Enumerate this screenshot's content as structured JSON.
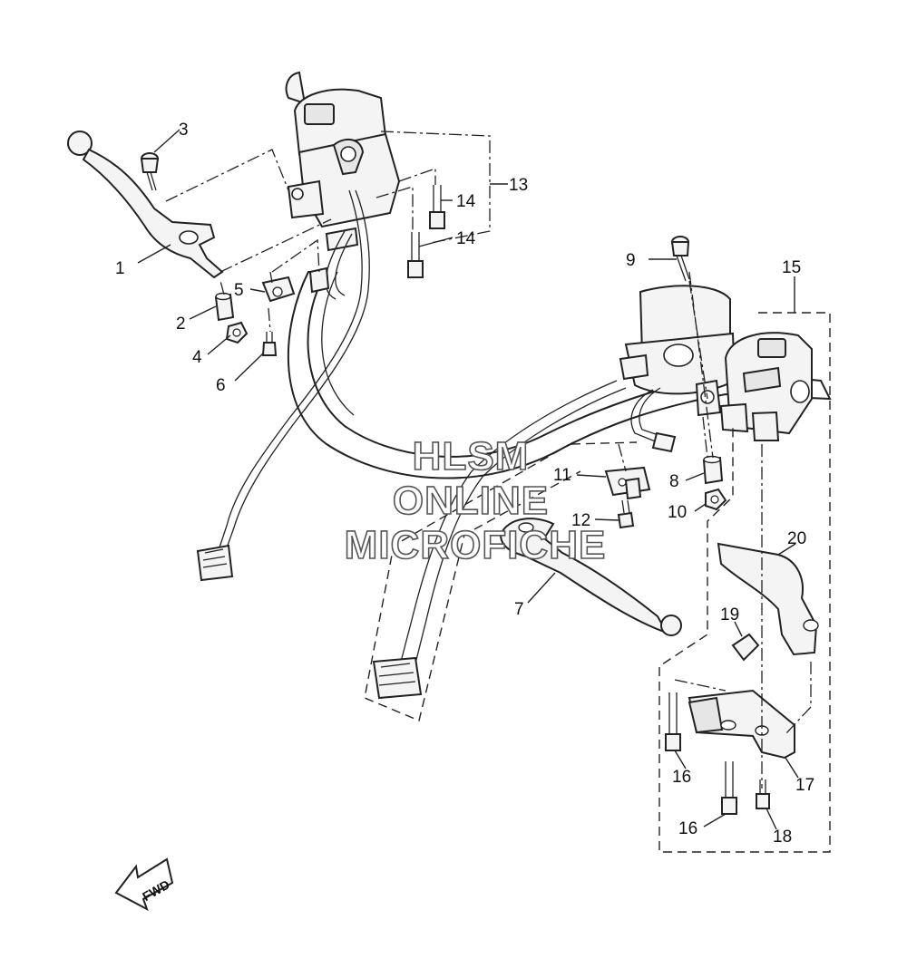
{
  "watermark": {
    "line1": "HLSM",
    "line2": "ONLINE",
    "line3": "MICROFICHE"
  },
  "fwd_label": "FWD",
  "callouts": {
    "c1": "1",
    "c2": "2",
    "c3": "3",
    "c4": "4",
    "c5": "5",
    "c6": "6",
    "c7": "7",
    "c8": "8",
    "c9": "9",
    "c10": "10",
    "c11": "11",
    "c12": "12",
    "c13": "13",
    "c14a": "14",
    "c14b": "14",
    "c15": "15",
    "c16a": "16",
    "c16b": "16",
    "c17": "17",
    "c18": "18",
    "c19": "19",
    "c20": "20"
  }
}
